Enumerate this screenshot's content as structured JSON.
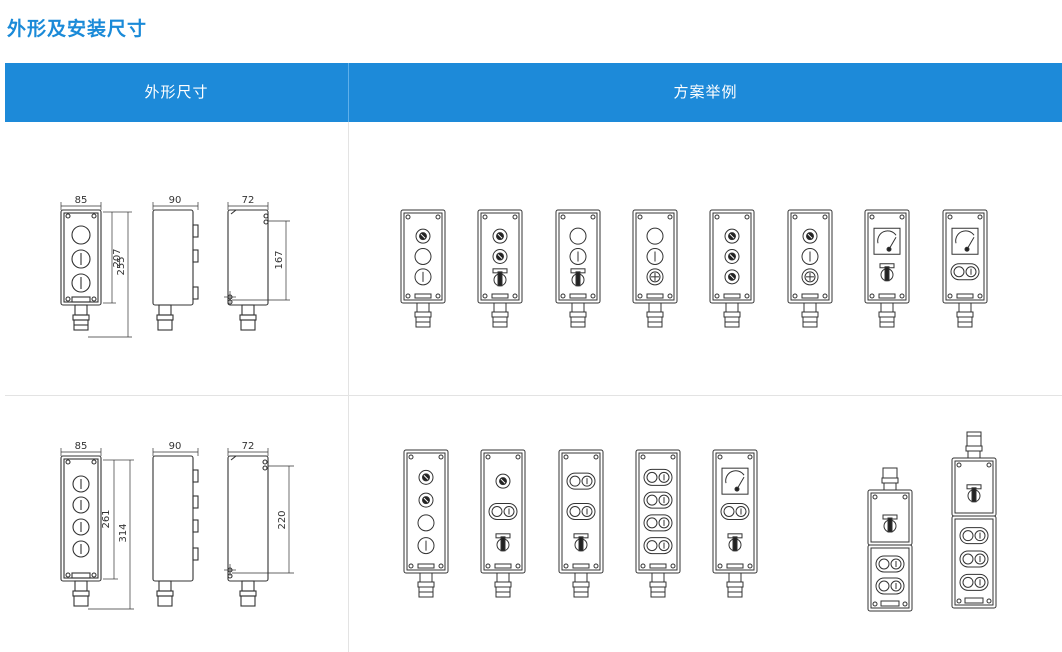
{
  "page": {
    "title": "外形及安装尺寸"
  },
  "table": {
    "headers": [
      "外形尺寸",
      "方案举例"
    ]
  },
  "row1": {
    "dims": {
      "width": "85",
      "depth": "90",
      "mount": "72",
      "h_inner": "207",
      "h_total": "255",
      "h_mount": "167"
    }
  },
  "row2": {
    "dims": {
      "width": "85",
      "depth": "90",
      "mount": "72",
      "h_inner": "261",
      "h_total": "314",
      "h_mount": "220"
    }
  },
  "colors": {
    "accent": "#1d8ad9",
    "title": "#1a8ad8",
    "line": "#333333"
  }
}
